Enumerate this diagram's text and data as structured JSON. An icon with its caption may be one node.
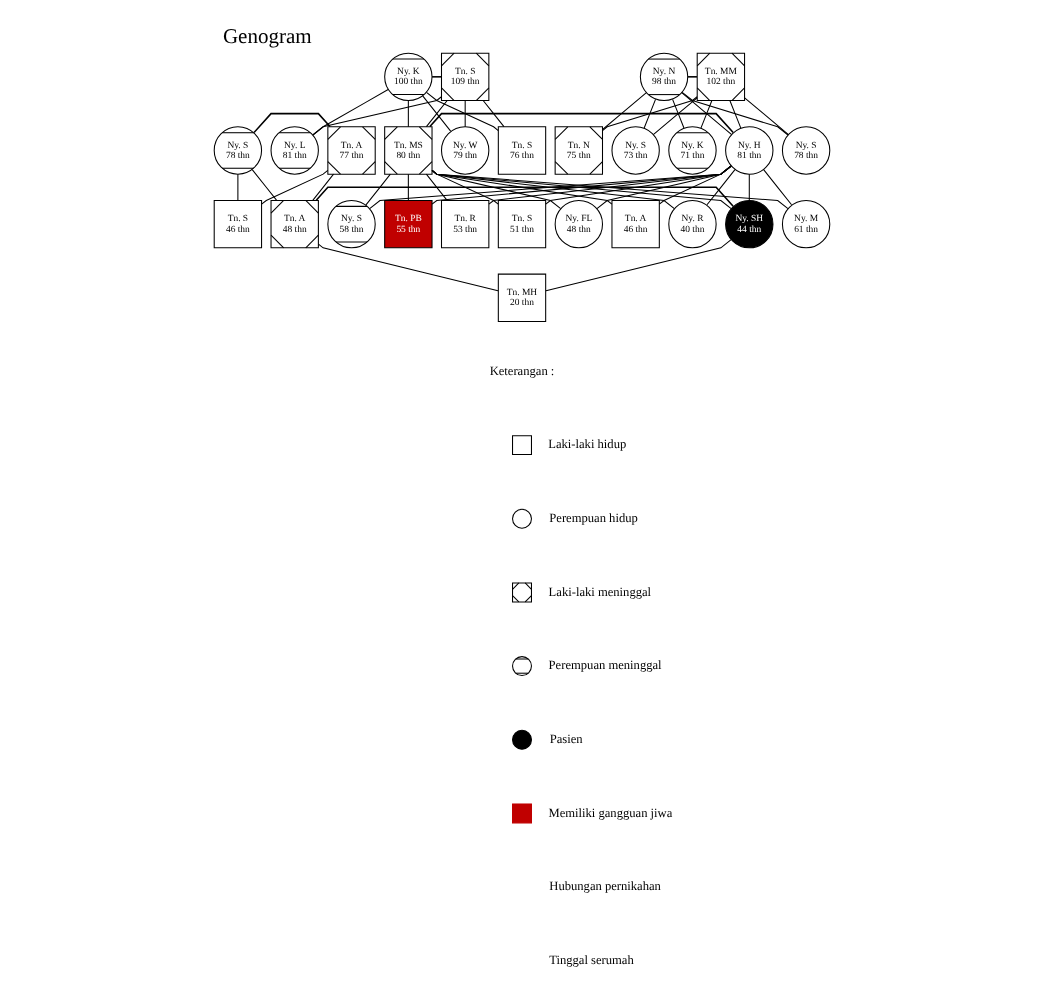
{
  "diagram": {
    "title": "Genogram",
    "nodes": [
      {
        "text": [
          "Ny. N 98 thn"
        ]
      },
      {
        "text": [
          "Tn. MM 102 thn"
        ]
      },
      {
        "text": [
          "Ny. H 81 thn"
        ]
      },
      {
        "text": [
          "Ny. S 78 thn"
        ]
      },
      {
        "text": [
          "Tn. N 75 thn"
        ]
      },
      {
        "text": [
          "Ny. S 73 thn"
        ]
      },
      {
        "text": [
          "Ny. K 71 thn"
        ]
      },
      {
        "text": [
          "Ny. K 100 thn"
        ]
      },
      {
        "text": [
          "Tn. S 109 thn"
        ]
      },
      {
        "text": [
          "Tn. MS 80 thn"
        ]
      },
      {
        "text": [
          "Ny. L 81 thn"
        ]
      },
      {
        "text": [
          "Ny. W 79 thn"
        ]
      },
      {
        "text": [
          "Tn. S 76 thn"
        ]
      },
      {
        "text": [
          "Ny. S 78 thn"
        ]
      },
      {
        "text": [
          "Tn. A 77 thn"
        ]
      },
      {
        "text": [
          "Ny. M 61 thn"
        ]
      },
      {
        "text": [
          "Ny. S 58 thn"
        ]
      },
      {
        "text": [
          "Tn. PB 55 thn"
        ]
      },
      {
        "text": [
          "Tn. R 53 thn"
        ]
      },
      {
        "text": [
          "Tn. S 51 thn"
        ]
      },
      {
        "text": [
          "Ny. FL 48 thn"
        ]
      },
      {
        "text": [
          "Tn. A 46 thn"
        ]
      },
      {
        "text": [
          "Ny. SH 44 thn"
        ]
      },
      {
        "text": [
          "Ny. R 40 thn"
        ]
      },
      {
        "text": [
          "Tn. A 48 thn"
        ]
      },
      {
        "text": [
          "Tn. S 46 thn"
        ]
      },
      {
        "text": [
          "Tn. MH 20 thn"
        ]
      }
    ],
    "edges": [
      {
        "from": 0,
        "to": 1,
        "arrow": "none"
      },
      {
        "from": 0,
        "to": 2,
        "arrow": "none"
      },
      {
        "from": 1,
        "to": 2,
        "arrow": "none"
      },
      {
        "from": 0,
        "to": 3,
        "arrow": "none"
      },
      {
        "from": 1,
        "to": 3,
        "arrow": "none"
      },
      {
        "from": 0,
        "to": 4,
        "arrow": "none"
      },
      {
        "from": 1,
        "to": 4,
        "arrow": "none"
      },
      {
        "from": 0,
        "to": 5,
        "arrow": "none"
      },
      {
        "from": 1,
        "to": 5,
        "arrow": "none"
      },
      {
        "from": 0,
        "to": 6,
        "arrow": "none"
      },
      {
        "from": 1,
        "to": 6,
        "arrow": "none"
      },
      {
        "from": 7,
        "to": 8,
        "arrow": "none"
      },
      {
        "from": 7,
        "to": 9,
        "arrow": "none"
      },
      {
        "from": 8,
        "to": 9,
        "arrow": "none"
      },
      {
        "from": 7,
        "to": 10,
        "arrow": "none"
      },
      {
        "from": 8,
        "to": 10,
        "arrow": "none"
      },
      {
        "from": 7,
        "to": 11,
        "arrow": "none"
      },
      {
        "from": 8,
        "to": 11,
        "arrow": "none"
      },
      {
        "from": 7,
        "to": 12,
        "arrow": "none"
      },
      {
        "from": 8,
        "to": 12,
        "arrow": "none"
      },
      {
        "from": 13,
        "to": 14,
        "arrow": "none"
      },
      {
        "from": 2,
        "to": 9,
        "arrow": "none"
      },
      {
        "from": 2,
        "to": 15,
        "arrow": "none"
      },
      {
        "from": 9,
        "to": 15,
        "arrow": "none"
      },
      {
        "from": 2,
        "to": 16,
        "arrow": "none"
      },
      {
        "from": 9,
        "to": 16,
        "arrow": "none"
      },
      {
        "from": 2,
        "to": 17,
        "arrow": "none"
      },
      {
        "from": 9,
        "to": 17,
        "arrow": "none"
      },
      {
        "from": 2,
        "to": 18,
        "arrow": "none"
      },
      {
        "from": 9,
        "to": 18,
        "arrow": "none"
      },
      {
        "from": 2,
        "to": 19,
        "arrow": "none"
      },
      {
        "from": 9,
        "to": 19,
        "arrow": "none"
      },
      {
        "from": 2,
        "to": 20,
        "arrow": "none"
      },
      {
        "from": 9,
        "to": 20,
        "arrow": "none"
      },
      {
        "from": 2,
        "to": 21,
        "arrow": "none"
      },
      {
        "from": 9,
        "to": 21,
        "arrow": "none"
      },
      {
        "from": 2,
        "to": 22,
        "arrow": "none"
      },
      {
        "from": 9,
        "to": 22,
        "arrow": "none"
      },
      {
        "from": 2,
        "to": 23,
        "arrow": "none"
      },
      {
        "from": 9,
        "to": 23,
        "arrow": "none"
      },
      {
        "from": 13,
        "to": 24,
        "arrow": "none"
      },
      {
        "from": 14,
        "to": 24,
        "arrow": "none"
      },
      {
        "from": 13,
        "to": 25,
        "arrow": "none"
      },
      {
        "from": 14,
        "to": 25,
        "arrow": "none"
      },
      {
        "from": 22,
        "to": 24,
        "arrow": "none"
      },
      {
        "from": 22,
        "to": 26,
        "arrow": "none"
      },
      {
        "from": 24,
        "to": 26,
        "arrow": "none"
      }
    ],
    "labels": [
      "Keterangan :"
    ],
    "legend": [
      {
        "text": "Laki-laki hidup"
      },
      {
        "text": "Perempuan hidup"
      },
      {
        "text": "Laki-laki meninggal"
      },
      {
        "text": "Perempuan meninggal"
      },
      {
        "text": "Pasien"
      },
      {
        "text": "Memiliki gangguan jiwa",
        "color": "#c00000"
      },
      {
        "text": "Hubungan pernikahan"
      },
      {
        "text": "Tinggal serumah"
      }
    ]
  }
}
